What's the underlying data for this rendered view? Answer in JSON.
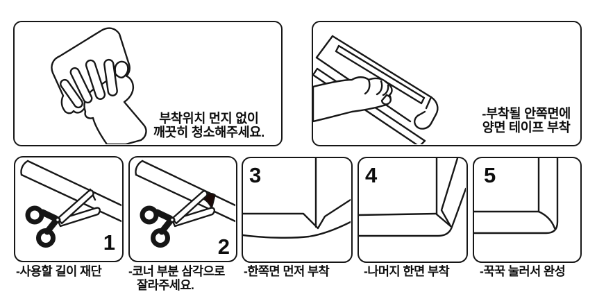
{
  "canvas": {
    "background": "#ffffff",
    "line_color": "#161616",
    "text_color": "#0d0d0d"
  },
  "top_panels": [
    {
      "name": "clean-surface",
      "icon": "hand-wiping-cloth-icon",
      "caption_lines": [
        "부착위치 먼지 없이",
        "깨끗히 청소해주세요."
      ]
    },
    {
      "name": "apply-double-sided-tape",
      "icon": "hand-applying-tape-icon",
      "caption_lines": [
        "-부착될 안쪽면에",
        "양면 테이프 부착"
      ]
    }
  ],
  "steps": [
    {
      "number": "1",
      "icon": "scissors-cutting-strip-icon",
      "caption_lines": [
        "-사용할 길이 재단"
      ]
    },
    {
      "number": "2",
      "icon": "scissors-triangle-notch-icon",
      "caption_lines": [
        "-코너 부분 삼각으로",
        "잘라주세요."
      ]
    },
    {
      "number": "3",
      "icon": "corner-first-side-attached-icon",
      "caption_lines": [
        "-한쪽면 먼저 부착"
      ]
    },
    {
      "number": "4",
      "icon": "corner-remaining-side-icon",
      "caption_lines": [
        "-나머지 한면 부착"
      ]
    },
    {
      "number": "5",
      "icon": "corner-press-finished-icon",
      "caption_lines": [
        "-꾹꾹 눌러서 완성"
      ]
    }
  ]
}
